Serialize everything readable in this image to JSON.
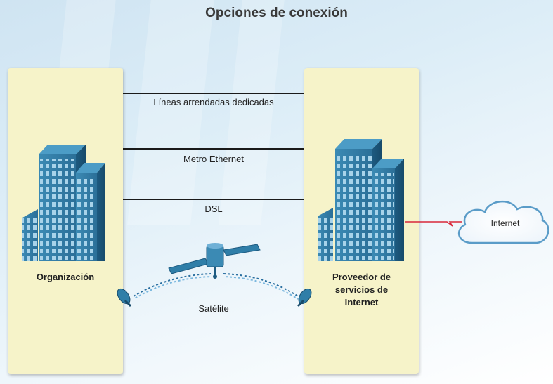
{
  "title": "Opciones de conexión",
  "nodes": {
    "organization": "Organización",
    "isp": "Proveedor de servicios de Internet",
    "isp_lines": [
      "Proveedor de",
      "servicios de",
      "Internet"
    ],
    "internet": "Internet"
  },
  "connections": [
    {
      "id": "leased",
      "label": "Líneas arrendadas dedicadas"
    },
    {
      "id": "metro",
      "label": "Metro Ethernet"
    },
    {
      "id": "dsl",
      "label": "DSL"
    },
    {
      "id": "satellite",
      "label": "Satélite"
    }
  ],
  "colors": {
    "panel": "#f6f3c9",
    "building": "#2f7ea8",
    "wan_link": "#d8283a",
    "wave_a": "#2a6fa0",
    "wave_b": "#ffffff"
  }
}
